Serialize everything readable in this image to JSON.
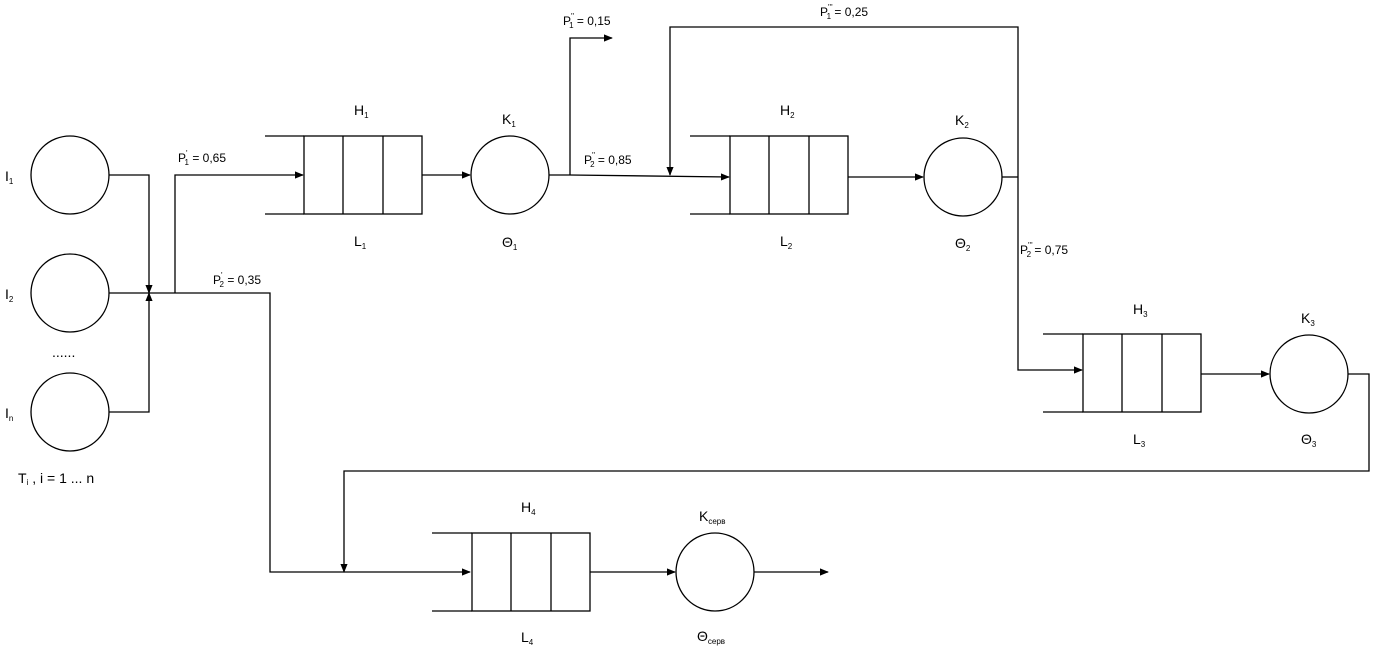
{
  "sources": {
    "I1": {
      "main": "I",
      "sub": "1"
    },
    "I2": {
      "main": "I",
      "sub": "2"
    },
    "In": {
      "main": "I",
      "sub": "n"
    },
    "dots": "......",
    "T": {
      "main": "T",
      "sub": "i",
      "rest": " , i = 1 ... n"
    }
  },
  "queues": {
    "H1": {
      "main": "H",
      "sub": "1"
    },
    "L1": {
      "main": "L",
      "sub": "1"
    },
    "H2": {
      "main": "H",
      "sub": "2"
    },
    "L2": {
      "main": "L",
      "sub": "2"
    },
    "H3": {
      "main": "H",
      "sub": "3"
    },
    "L3": {
      "main": "L",
      "sub": "3"
    },
    "H4": {
      "main": "H",
      "sub": "4"
    },
    "L4": {
      "main": "L",
      "sub": "4"
    }
  },
  "servers": {
    "K1": {
      "main": "K",
      "sub": "1"
    },
    "Th1": {
      "main": "Θ",
      "sub": "1"
    },
    "K2": {
      "main": "K",
      "sub": "2"
    },
    "Th2": {
      "main": "Θ",
      "sub": "2"
    },
    "K3": {
      "main": "K",
      "sub": "3"
    },
    "Th3": {
      "main": "Θ",
      "sub": "3"
    },
    "Kserv": {
      "main": "K",
      "sub": "серв"
    },
    "Thserv": {
      "main": "Θ",
      "sub": "серв"
    }
  },
  "probabilities": {
    "p1a": {
      "main": "P",
      "sup": "'",
      "sub": "1",
      "rest": " = 0,65"
    },
    "p2a": {
      "main": "P",
      "sup": "'",
      "sub": "2",
      "rest": " = 0,35"
    },
    "p1b": {
      "main": "P",
      "sup": "''",
      "sub": "1",
      "rest": " = 0,15"
    },
    "p2b": {
      "main": "P",
      "sup": "''",
      "sub": "2",
      "rest": " = 0,85"
    },
    "p1c": {
      "main": "P",
      "sup": "'''",
      "sub": "1",
      "rest": " = 0,25"
    },
    "p2c": {
      "main": "P",
      "sup": "'''",
      "sub": "2",
      "rest": " = 0,75"
    }
  }
}
